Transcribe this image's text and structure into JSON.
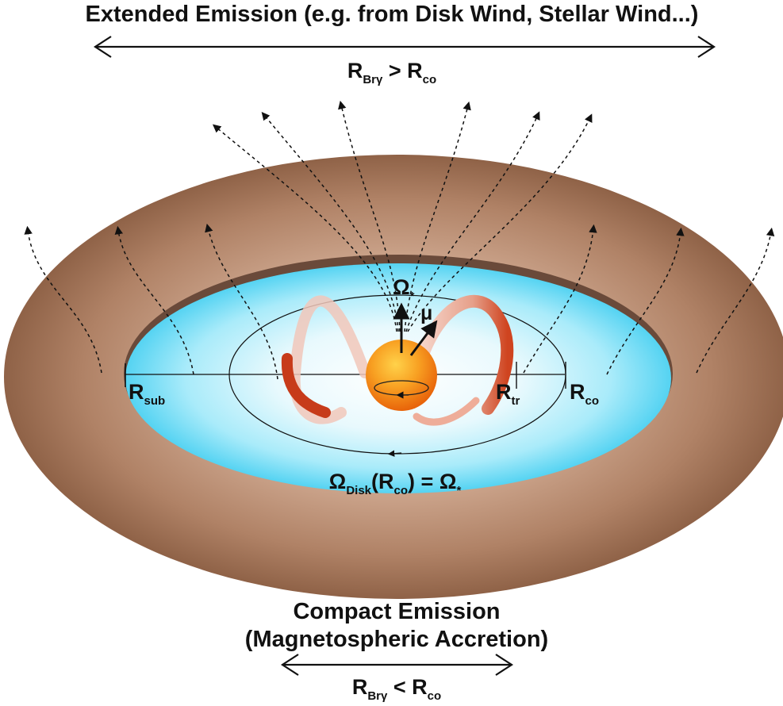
{
  "top_label": "Extended Emission (e.g. from Disk Wind, Stellar Wind...)",
  "top_relation": {
    "lhs": "R",
    "lhs_sub": "Brγ",
    "op": ">",
    "rhs": "R",
    "rhs_sub": "co"
  },
  "bottom_label_line1": "Compact Emission",
  "bottom_label_line2": "(Magnetospheric Accretion)",
  "bottom_relation": {
    "lhs": "R",
    "lhs_sub": "Brγ",
    "op": "<",
    "rhs": "R",
    "rhs_sub": "co"
  },
  "omega_star": {
    "symbol": "Ω",
    "sub": "*"
  },
  "mu": "μ",
  "r_sub": {
    "symbol": "R",
    "sub": "sub"
  },
  "r_tr": {
    "symbol": "R",
    "sub": "tr"
  },
  "r_co": {
    "symbol": "R",
    "sub": "co"
  },
  "omega_disk": {
    "symbol": "Ω",
    "sub": "Disk",
    "arg_open": "(",
    "arg": "R",
    "arg_sub": "co",
    "arg_close": ")",
    "eq": "=",
    "rhs": "Ω",
    "rhs_sub": "*"
  },
  "colors": {
    "disk_brown": "#a57a5f",
    "disk_highlight": "#c9a188",
    "inner_blue": "#63d9f5",
    "star_orange": "#f47a10",
    "magnetosphere_red": "#cf4420"
  }
}
